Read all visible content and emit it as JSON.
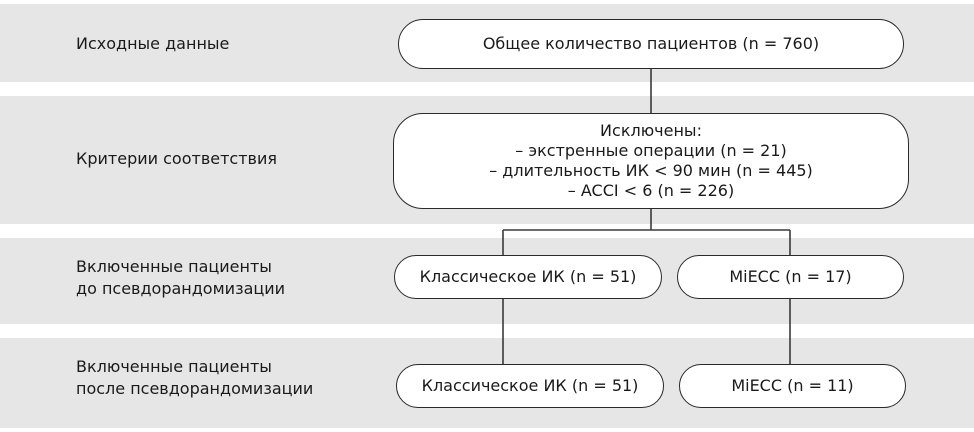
{
  "rows": [
    {
      "label_lines": [
        "Исходные данные"
      ]
    },
    {
      "label_lines": [
        "Критерии соответствия"
      ]
    },
    {
      "label_lines": [
        "Включенные пациенты",
        "до псевдорандомизации"
      ]
    },
    {
      "label_lines": [
        "Включенные пациенты",
        "после псевдорандомизации"
      ]
    }
  ],
  "boxes": {
    "total": "Общее количество пациентов (n = 760)",
    "excluded": {
      "title": "Исключены:",
      "items": [
        "– экстренные операции (n = 21)",
        "– длительность ИК < 90 мин (n = 445)",
        "– ACCI < 6 (n = 226)"
      ]
    },
    "classic_before": "Классическое ИК (n = 51)",
    "miecc_before": "MiECC (n = 17)",
    "classic_after": "Классическое ИК (n = 51)",
    "miecc_after": "MiECC (n = 11)"
  },
  "colors": {
    "band": "#e6e6e6",
    "box_border": "#2a2a2a",
    "line": "#3a3a3a"
  }
}
